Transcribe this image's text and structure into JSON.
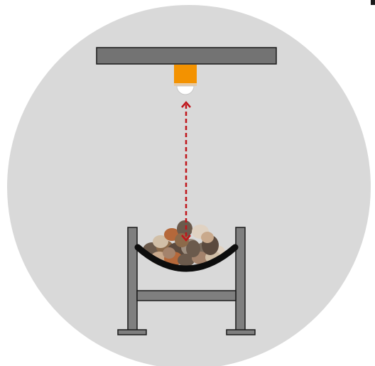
{
  "scene": {
    "icons": {
      "background": "circle-background",
      "ceiling_mount": "ceiling-mount-bar",
      "sensor": "distance-sensor-icon",
      "beam": "measurement-beam-arrow",
      "belt": "conveyor-belt-trough",
      "frame": "conveyor-support-frame",
      "material": "bulk-rocks-pile"
    },
    "colors": {
      "background_circle": "#d9d9d9",
      "mount_bar": "#737373",
      "sensor_body": "#f39200",
      "sensor_lens": "#ffffff",
      "beam": "#c0151b",
      "frame": "#7f7f7f",
      "outline": "#1a1a1a",
      "belt": "#0d0d0d",
      "rock_colors": [
        "#6b5a4c",
        "#8c6a4a",
        "#b5683a",
        "#d1bfa7",
        "#9e8f80",
        "#5b4a3e",
        "#c9a98c",
        "#a4836c",
        "#7a6b5d",
        "#e0d2c2"
      ]
    }
  }
}
